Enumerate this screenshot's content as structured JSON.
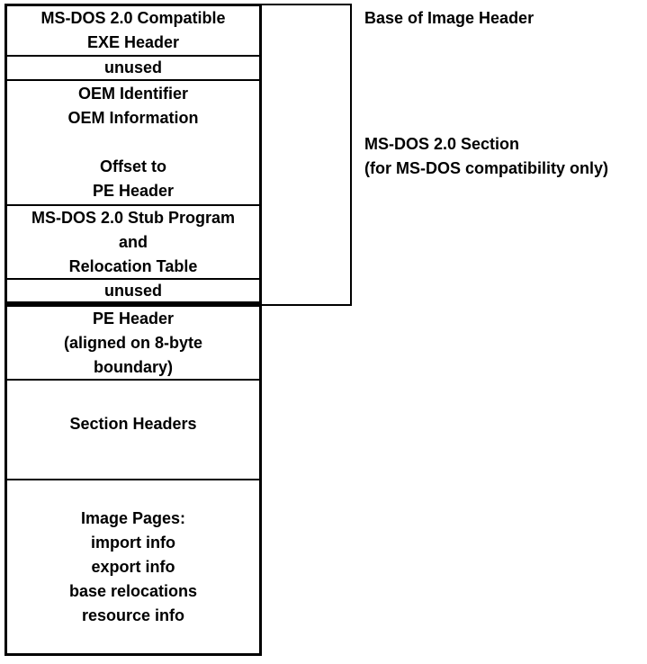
{
  "diagram": {
    "title": "PE file format layout",
    "colors": {
      "line": "#000000",
      "text": "#000000",
      "background": "#ffffff"
    },
    "boxes": {
      "exe_header": {
        "lines": [
          "MS-DOS 2.0 Compatible",
          "EXE Header"
        ]
      },
      "unused_top": {
        "lines": [
          "unused"
        ]
      },
      "oem": {
        "lines": [
          "OEM Identifier",
          "OEM Information",
          "",
          "Offset to",
          "PE Header"
        ]
      },
      "stub": {
        "lines": [
          "MS-DOS 2.0 Stub Program",
          "and",
          "Relocation Table"
        ]
      },
      "unused_bottom": {
        "lines": [
          "unused"
        ]
      },
      "pe_header": {
        "lines": [
          "PE Header",
          "(aligned on 8-byte",
          "boundary)"
        ]
      },
      "section_headers": {
        "lines": [
          "Section Headers"
        ]
      },
      "image_pages": {
        "lines": [
          "Image Pages:",
          "import info",
          "export info",
          "base relocations",
          "resource info"
        ]
      }
    },
    "labels": {
      "base_of_image": "Base of Image Header",
      "msdos_section_line1": "MS-DOS 2.0 Section",
      "msdos_section_line2": "(for MS-DOS compatibility only)"
    }
  }
}
